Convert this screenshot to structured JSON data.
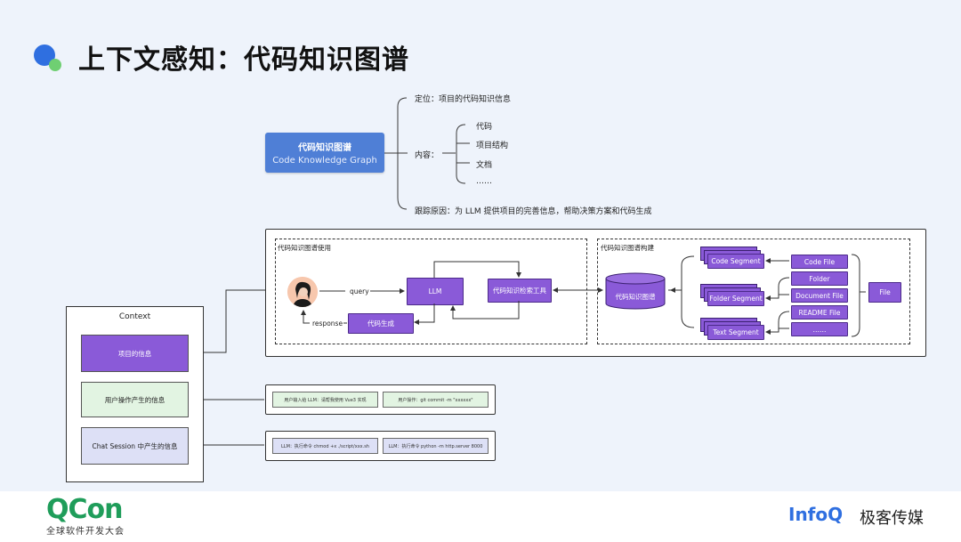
{
  "title": "上下文感知：代码知识图谱",
  "kg": {
    "name_cn": "代码知识图谱",
    "name_en": "Code Knowledge Graph",
    "positioning": "定位：项目的代码知识信息",
    "content_label": "内容：",
    "content_items": [
      "代码",
      "项目结构",
      "文档",
      "……"
    ],
    "reason": "跟踪原因：为 LLM 提供项目的完善信息，帮助决策方案和代码生成"
  },
  "usage": {
    "label": "代码知识图谱使用",
    "query": "query",
    "response": "response",
    "llm": "LLM",
    "retrieval_tool": "代码知识检索工具",
    "code_gen": "代码生成"
  },
  "build": {
    "label": "代码知识图谱构建",
    "graph_db": "代码知识图谱",
    "segments": [
      "Code Segment",
      "Folder Segment",
      "Text Segment"
    ],
    "sources": [
      "Code File",
      "Folder",
      "Document File",
      "README File",
      "……"
    ],
    "file": "File"
  },
  "context": {
    "title": "Context",
    "items": [
      "项目的信息",
      "用户操作产生的信息",
      "Chat Session 中产生的信息"
    ]
  },
  "user_ops": [
    "用户输入给 LLM：请帮我使用 Vue3 实现",
    "用户操作：git commit -m \"xxxxxx\""
  ],
  "chat_session": [
    "LLM：执行命令 chmod +x ./script/xxx.sh",
    "LLM：执行命令 python -m http.server 8000"
  ],
  "footer": {
    "qcon": "QCon",
    "qcon_sub": "全球软件开发大会",
    "infoq": "InfoQ",
    "jike": "极客传媒"
  },
  "colors": {
    "primary_blue": "#4f7fd6",
    "purple": "#8a5ad8",
    "green_box": "#e2f4e2",
    "lavender_box": "#dde0f6",
    "qcon_green": "#1f9d5a",
    "infoq_blue": "#2f6fe0"
  }
}
